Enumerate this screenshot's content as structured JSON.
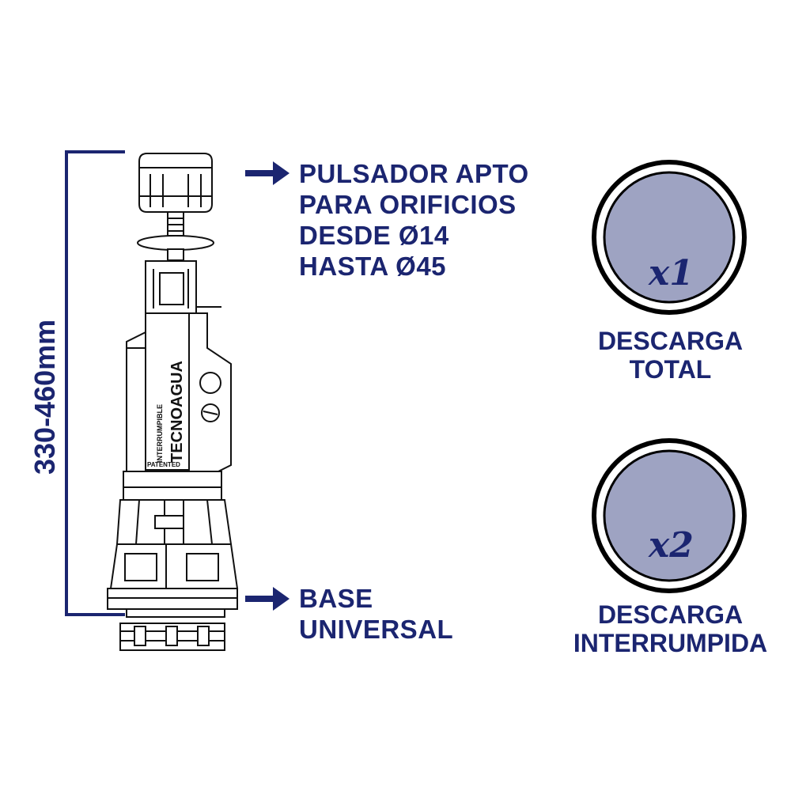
{
  "dimension": {
    "label": "330-460mm"
  },
  "callouts": {
    "pulsador": [
      "PULSADOR APTO",
      "PARA ORIFICIOS",
      "DESDE Ø14",
      "HASTA Ø45"
    ],
    "base": [
      "BASE",
      "UNIVERSAL"
    ]
  },
  "product_markings": {
    "brand": "TECNOAGUA",
    "line": "INTERRUMPIBLE",
    "patent": "PATENTED"
  },
  "buttons": [
    {
      "badge": "x1",
      "label": [
        "DESCARGA",
        "TOTAL"
      ]
    },
    {
      "badge": "x2",
      "label": [
        "DESCARGA",
        "INTERRUMPIDA"
      ]
    }
  ],
  "colors": {
    "navy": "#1b2570",
    "button_fill": "#9ea3c2",
    "outline": "#000000"
  }
}
